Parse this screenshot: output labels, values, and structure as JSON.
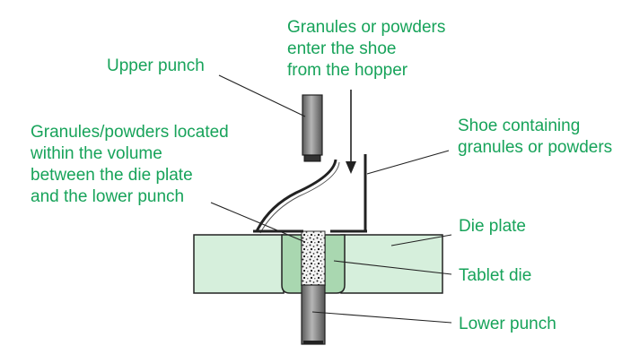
{
  "labels": {
    "upper_punch": "Upper punch",
    "hopper": [
      "Granules or powders",
      "enter the shoe",
      "from the hopper"
    ],
    "granules_located": [
      "Granules/powders located",
      "within the volume",
      "between the die plate",
      "and the lower punch"
    ],
    "shoe": [
      "Shoe containing",
      "granules or powders"
    ],
    "die_plate": "Die plate",
    "tablet_die": "Tablet die",
    "lower_punch": "Lower punch"
  },
  "colors": {
    "label_text": "#17a35a",
    "die_plate_fill": "#d6efdc",
    "tablet_die_fill": "#a9d7b0",
    "punch_fill": "#7d7d7d",
    "outline": "#222222",
    "leader_line": "#222222"
  }
}
